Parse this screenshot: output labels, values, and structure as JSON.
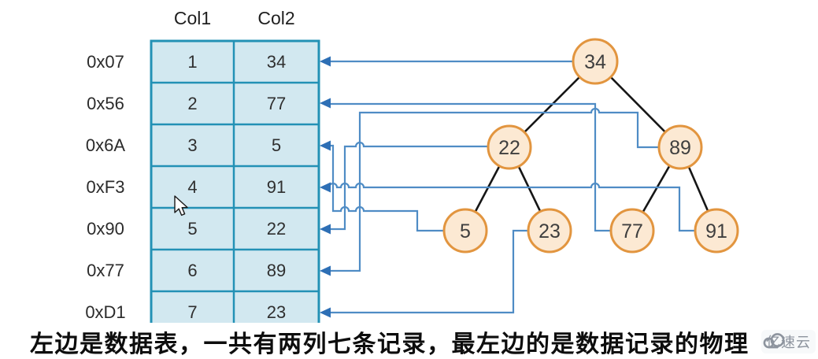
{
  "table": {
    "col_headers": [
      "Col1",
      "Col2"
    ],
    "rows": [
      {
        "address": "0x07",
        "col1": "1",
        "col2": "34"
      },
      {
        "address": "0x56",
        "col1": "2",
        "col2": "77"
      },
      {
        "address": "0x6A",
        "col1": "3",
        "col2": "5"
      },
      {
        "address": "0xF3",
        "col1": "4",
        "col2": "91"
      },
      {
        "address": "0x90",
        "col1": "5",
        "col2": "22"
      },
      {
        "address": "0x77",
        "col1": "6",
        "col2": "89"
      },
      {
        "address": "0xD1",
        "col1": "7",
        "col2": "23"
      }
    ]
  },
  "tree": {
    "nodes": [
      {
        "id": "n34",
        "label": "34",
        "children": [
          "n22",
          "n89"
        ]
      },
      {
        "id": "n22",
        "label": "22",
        "children": [
          "n5",
          "n23"
        ]
      },
      {
        "id": "n89",
        "label": "89",
        "children": [
          "n77",
          "n91"
        ]
      },
      {
        "id": "n5",
        "label": "5",
        "children": []
      },
      {
        "id": "n23",
        "label": "23",
        "children": []
      },
      {
        "id": "n77",
        "label": "77",
        "children": []
      },
      {
        "id": "n91",
        "label": "91",
        "children": []
      }
    ],
    "pointers": [
      {
        "node": "34",
        "row_address": "0x07"
      },
      {
        "node": "77",
        "row_address": "0x56"
      },
      {
        "node": "5",
        "row_address": "0x6A"
      },
      {
        "node": "91",
        "row_address": "0xF3"
      },
      {
        "node": "22",
        "row_address": "0x90"
      },
      {
        "node": "89",
        "row_address": "0x77"
      },
      {
        "node": "23",
        "row_address": "0xD1"
      }
    ]
  },
  "caption": "左边是数据表，一共有两列七条记录，最左边的是数据记录的物理",
  "watermark": {
    "icon": "cloud-icon",
    "text": "亿速云"
  },
  "colors": {
    "cell_fill": "#d2e8f0",
    "table_border": "#2391b5",
    "node_fill": "#fce9d3",
    "node_border": "#e2953f",
    "connector_blue": "#4f8cc5",
    "arrow_blue": "#2d6fb5",
    "tree_edge_black": "#161616",
    "watermark_gray": "#8d949e"
  }
}
